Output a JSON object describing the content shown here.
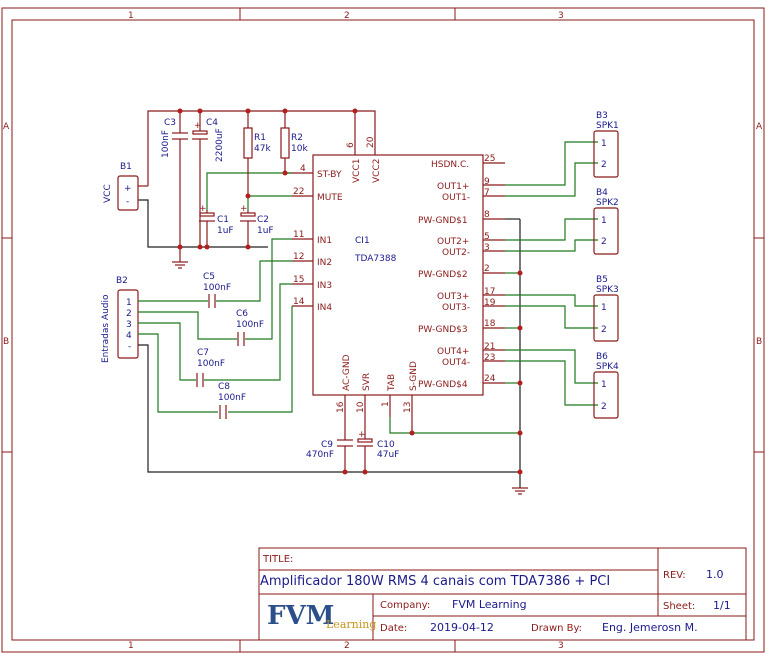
{
  "frame": {
    "col_labels": [
      "1",
      "2",
      "3"
    ],
    "row_labels": [
      "A",
      "B"
    ]
  },
  "ic": {
    "ref": "CI1",
    "part": "TDA7388",
    "left_pins": [
      {
        "num": "4",
        "name": "ST-BY"
      },
      {
        "num": "22",
        "name": "MUTE"
      },
      {
        "num": "11",
        "name": "IN1"
      },
      {
        "num": "12",
        "name": "IN2"
      },
      {
        "num": "15",
        "name": "IN3"
      },
      {
        "num": "14",
        "name": "IN4"
      }
    ],
    "top_pins": [
      {
        "num": "6",
        "name": "VCC1"
      },
      {
        "num": "20",
        "name": "VCC2"
      }
    ],
    "right_pins": [
      {
        "num": "25",
        "name": "HSDN.C."
      },
      {
        "num": "9",
        "name": "OUT1+"
      },
      {
        "num": "7",
        "name": "OUT1-"
      },
      {
        "num": "8",
        "name": "PW-GND$1"
      },
      {
        "num": "5",
        "name": "OUT2+"
      },
      {
        "num": "3",
        "name": "OUT2-"
      },
      {
        "num": "2",
        "name": "PW-GND$2"
      },
      {
        "num": "17",
        "name": "OUT3+"
      },
      {
        "num": "19",
        "name": "OUT3-"
      },
      {
        "num": "18",
        "name": "PW-GND$3"
      },
      {
        "num": "21",
        "name": "OUT4+"
      },
      {
        "num": "23",
        "name": "OUT4-"
      },
      {
        "num": "24",
        "name": "PW-GND$4"
      }
    ],
    "bottom_pins": [
      {
        "num": "16",
        "name": "AC-GND"
      },
      {
        "num": "10",
        "name": "SVR"
      },
      {
        "num": "1",
        "name": "TAB"
      },
      {
        "num": "13",
        "name": "S-GND"
      }
    ]
  },
  "components": {
    "b1": {
      "ref": "B1",
      "label": "VCC",
      "pin_plus": "+",
      "pin_minus": "-"
    },
    "b2": {
      "ref": "B2",
      "label": "Entradas Audio",
      "pins": [
        "1",
        "2",
        "3",
        "4",
        "-"
      ]
    },
    "c1": {
      "ref": "C1",
      "value": "1uF"
    },
    "c2": {
      "ref": "C2",
      "value": "1uF"
    },
    "c3": {
      "ref": "C3",
      "value": "100nF"
    },
    "c4": {
      "ref": "C4",
      "value": "2200uF"
    },
    "c5": {
      "ref": "C5",
      "value": "100nF"
    },
    "c6": {
      "ref": "C6",
      "value": "100nF"
    },
    "c7": {
      "ref": "C7",
      "value": "100nF"
    },
    "c8": {
      "ref": "C8",
      "value": "100nF"
    },
    "c9": {
      "ref": "C9",
      "value": "470nF"
    },
    "c10": {
      "ref": "C10",
      "value": "47uF"
    },
    "r1": {
      "ref": "R1",
      "value": "47k"
    },
    "r2": {
      "ref": "R2",
      "value": "10k"
    },
    "speakers": [
      {
        "ref": "B3",
        "name": "SPK1",
        "pins": [
          "1",
          "2"
        ]
      },
      {
        "ref": "B4",
        "name": "SPK2",
        "pins": [
          "1",
          "2"
        ]
      },
      {
        "ref": "B5",
        "name": "SPK3",
        "pins": [
          "1",
          "2"
        ]
      },
      {
        "ref": "B6",
        "name": "SPK4",
        "pins": [
          "1",
          "2"
        ]
      }
    ]
  },
  "title_block": {
    "title_label": "TITLE:",
    "title": "Amplificador 180W RMS 4 canais com TDA7386 + PCI",
    "rev_label": "REV:",
    "rev": "1.0",
    "company_label": "Company:",
    "company": "FVM Learning",
    "sheet_label": "Sheet:",
    "sheet": "1/1",
    "date_label": "Date:",
    "date": "2019-04-12",
    "drawn_label": "Drawn By:",
    "drawn": "Eng. Jemerosn M.",
    "logo_main": "FVM",
    "logo_sub": "Learning"
  }
}
